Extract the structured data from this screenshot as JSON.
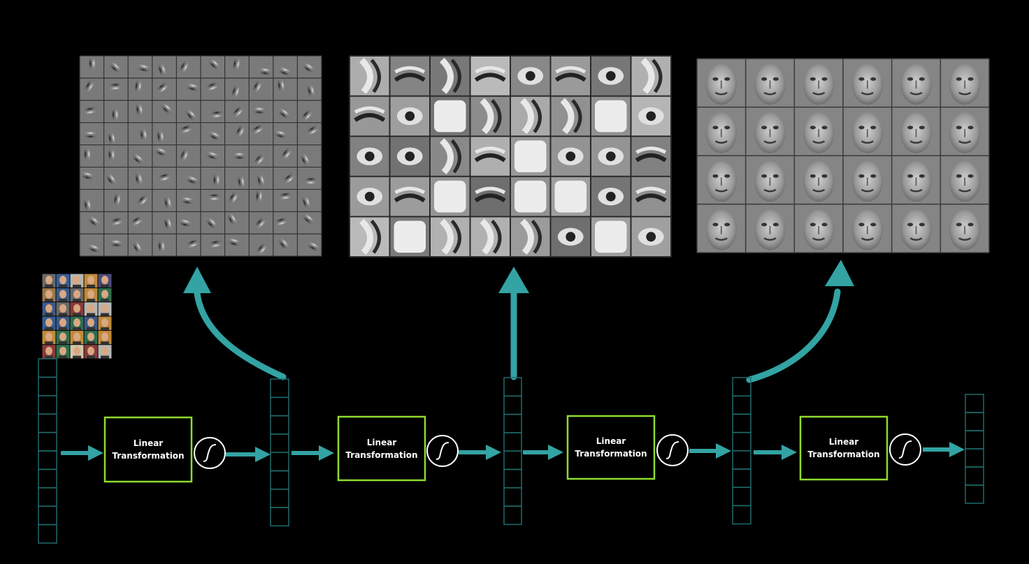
{
  "colors": {
    "background": "#000000",
    "arrow": "#33a3a3",
    "box_border": "#8fdc2e",
    "vector_border": "#1f6b6b",
    "sigmoid_circle": "#ffffff"
  },
  "blocks": [
    {
      "label": "Linear Transformation",
      "icon": "sigmoid-icon"
    },
    {
      "label": "Linear Transformation",
      "icon": "sigmoid-icon"
    },
    {
      "label": "Linear Transformation",
      "icon": "sigmoid-icon"
    },
    {
      "label": "Linear Transformation",
      "icon": "sigmoid-icon"
    }
  ],
  "feature_panels": [
    {
      "description": "edge-detector-filters",
      "rows": 9,
      "cols": 10
    },
    {
      "description": "face-part-features",
      "rows": 5,
      "cols": 8
    },
    {
      "description": "whole-face-features",
      "rows": 4,
      "cols": 6
    }
  ],
  "input_thumbnails": {
    "description": "face-photo-grid",
    "rows": 6,
    "cols": 5
  }
}
